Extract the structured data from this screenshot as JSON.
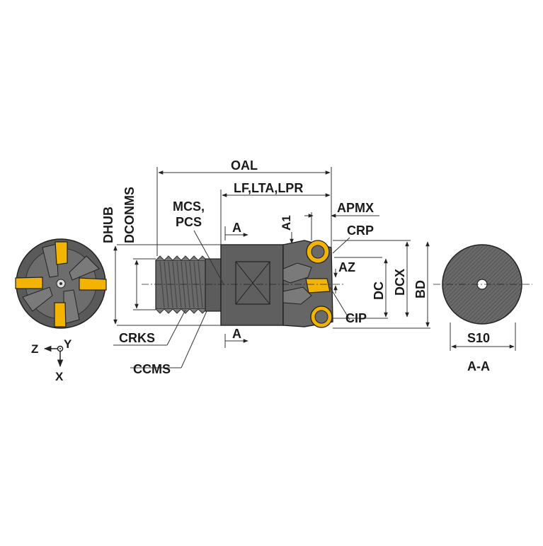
{
  "diagram": {
    "labels": {
      "oal": "OAL",
      "lf": "LF,LTA,LPR",
      "apmx": "APMX",
      "a1": "A1",
      "crp": "CRP",
      "az": "AZ",
      "cip": "CIP",
      "dc": "DC",
      "dcx": "DCX",
      "bd": "BD",
      "dhub": "DHUB",
      "dconms": "DCONMS",
      "mcs_line1": "MCS,",
      "mcs_line2": "PCS",
      "section_top": "A",
      "section_bottom": "A",
      "crks": "CRKS",
      "ccms": "CCMS",
      "s10": "S10",
      "section_view": "A-A",
      "axis_z": "Z",
      "axis_y": "Y",
      "axis_x": "X"
    },
    "colors": {
      "body_dark": "#555555",
      "body_mid": "#6e6e6e",
      "insert_yellow": "#f2b400",
      "line": "#222222",
      "dim_line": "#333333"
    }
  }
}
